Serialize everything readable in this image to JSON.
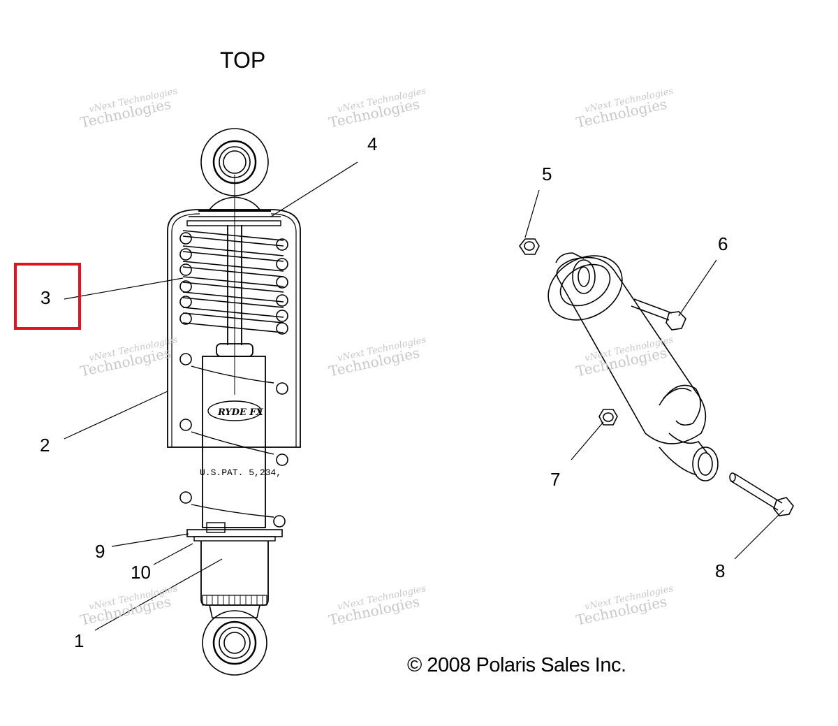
{
  "diagram": {
    "top_label": "TOP",
    "copyright": "© 2008 Polaris Sales Inc.",
    "shock_logo": "RYDE FX",
    "patent_text": "U.S.PAT. 5,234,",
    "highlight_color": "#e0141e",
    "callouts": [
      {
        "id": "1",
        "text": "1"
      },
      {
        "id": "2",
        "text": "2"
      },
      {
        "id": "3",
        "text": "3",
        "highlighted": true
      },
      {
        "id": "4",
        "text": "4"
      },
      {
        "id": "5",
        "text": "5"
      },
      {
        "id": "6",
        "text": "6"
      },
      {
        "id": "7",
        "text": "7"
      },
      {
        "id": "8",
        "text": "8"
      },
      {
        "id": "9",
        "text": "9"
      },
      {
        "id": "10",
        "text": "10"
      }
    ],
    "watermark": {
      "line1": "vNext Technologies",
      "line2": "Technologies"
    }
  }
}
